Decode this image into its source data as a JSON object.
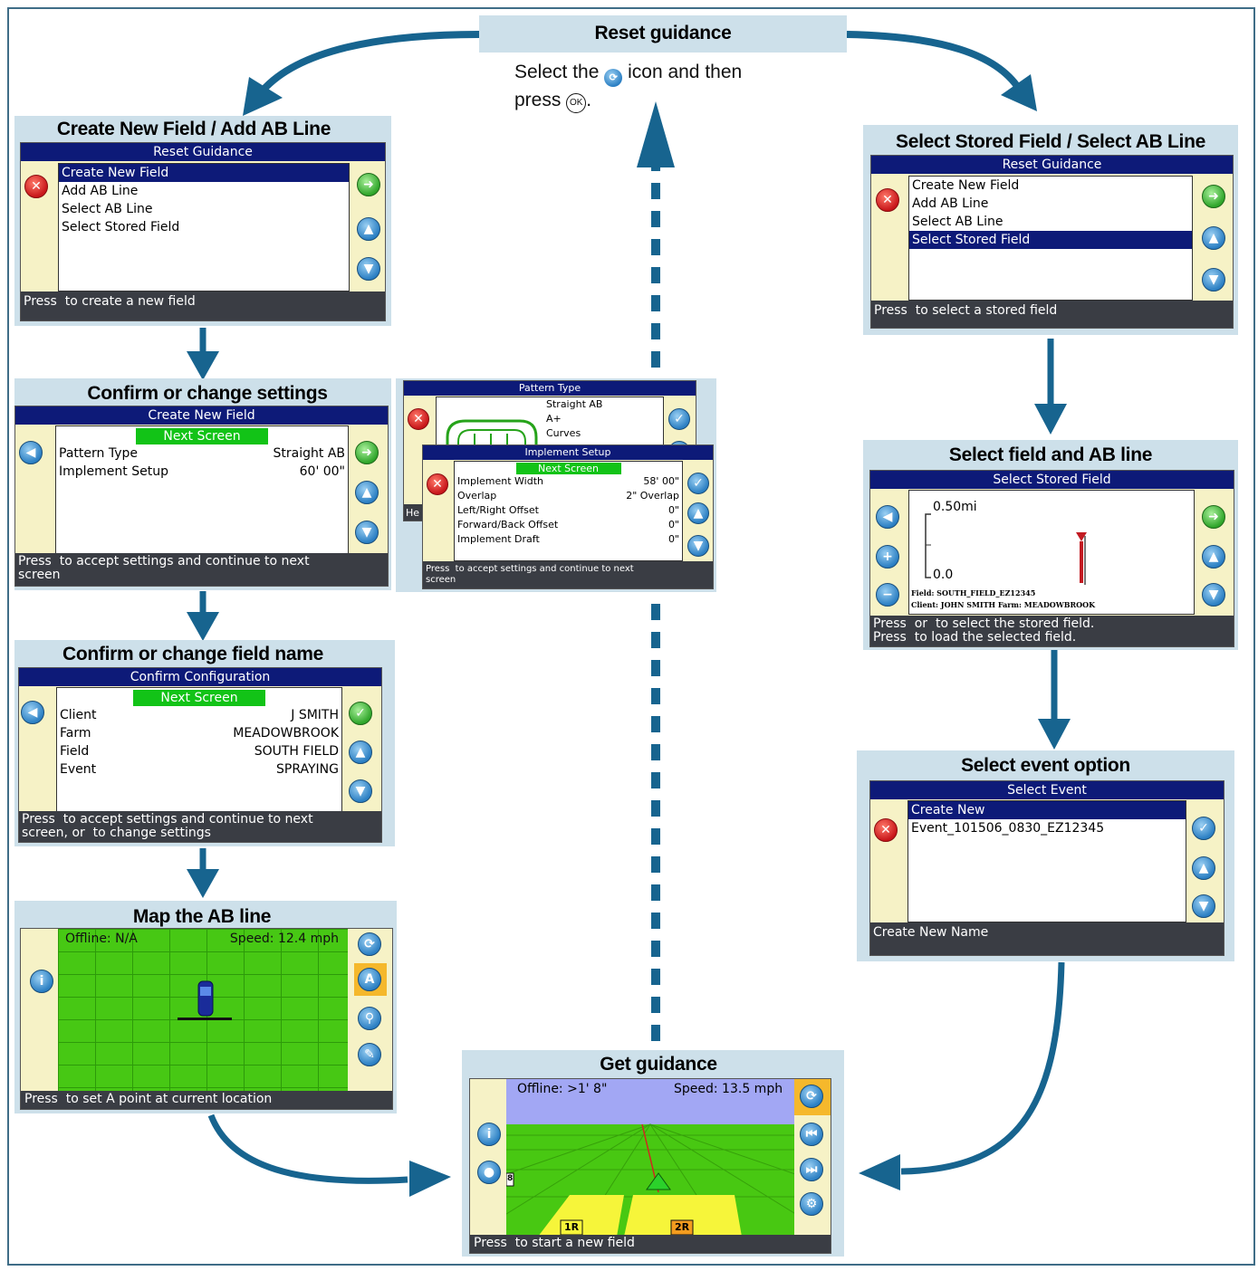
{
  "top": {
    "title": "Reset guidance",
    "caption_line1_pre": "Select the",
    "caption_line1_post": "icon and then",
    "caption_line2": "press",
    "caption_icon": "reset-icon",
    "ok_glyph": "OK"
  },
  "panel_create": {
    "title": "Create New Field / Add AB Line",
    "header": "Reset Guidance",
    "items": [
      "Create New Field",
      "Add AB Line",
      "Select AB Line",
      "Select Stored Field"
    ],
    "status": "Press  to create a new field"
  },
  "panel_stored": {
    "title": "Select Stored Field / Select AB Line",
    "header": "Reset Guidance",
    "items": [
      "Create New Field",
      "Add AB Line",
      "Select AB Line",
      "Select Stored Field"
    ],
    "status": "Press  to select a stored field"
  },
  "panel_settings": {
    "title": "Confirm or change settings",
    "header": "Create New Field",
    "next": "Next Screen",
    "rows": [
      {
        "label": "Pattern Type",
        "value": "Straight AB"
      },
      {
        "label": "Implement Setup",
        "value": "60' 00\""
      }
    ],
    "status1": "Press  to accept settings and continue to next",
    "status2": "screen"
  },
  "pattern_type": {
    "header": "Pattern Type",
    "items": [
      "Straight AB",
      "A+",
      "Curves"
    ],
    "status_partial": "He"
  },
  "implement_setup": {
    "header": "Implement Setup",
    "next": "Next Screen",
    "rows": [
      {
        "label": "Implement Width",
        "value": "58' 00\""
      },
      {
        "label": "Overlap",
        "value": "2\" Overlap"
      },
      {
        "label": "Left/Right Offset",
        "value": "0\""
      },
      {
        "label": "Forward/Back Offset",
        "value": "0\""
      },
      {
        "label": "Implement Draft",
        "value": "0\""
      }
    ],
    "status1": "Press  to accept settings and continue to next",
    "status2": "screen"
  },
  "panel_fieldname": {
    "title": "Confirm or change field name",
    "header": "Confirm Configuration",
    "next": "Next Screen",
    "rows": [
      {
        "label": "Client",
        "value": "J SMITH"
      },
      {
        "label": "Farm",
        "value": "MEADOWBROOK"
      },
      {
        "label": "Field",
        "value": "SOUTH FIELD"
      },
      {
        "label": "Event",
        "value": "SPRAYING"
      }
    ],
    "status1": "Press  to accept settings and continue to next",
    "status2": "screen, or  to change settings"
  },
  "panel_map": {
    "title": "Map the AB line",
    "offline": "Offline: N/A",
    "speed": "Speed: 12.4 mph",
    "status": "Press  to set A point at current location"
  },
  "panel_selectfield": {
    "title": "Select field and AB line",
    "header": "Select Stored Field",
    "scale_top": "0.50mi",
    "scale_bottom": "0.0",
    "field_line": "Field:  SOUTH_FIELD_EZ12345",
    "client_line": "Client:  JOHN SMITH    Farm:  MEADOWBROOK",
    "status1": "Press  or  to select the stored field.",
    "status2": "Press  to load the selected field."
  },
  "panel_event": {
    "title": "Select event option",
    "header": "Select Event",
    "items": [
      "Create New",
      "Event_101506_0830_EZ12345"
    ],
    "status": "Create New Name"
  },
  "panel_guidance": {
    "title": "Get guidance",
    "offline": "Offline: >1' 8\"",
    "speed": "Speed: 13.5 mph",
    "swath_left": "1R",
    "swath_right": "2R",
    "edge_label": "8",
    "status": "Press  to start a new field"
  },
  "colors": {
    "arrow": "#17648f",
    "panel": "#cde0ea",
    "header": "#0d1a78",
    "next": "#12c317",
    "screen": "#f6f2c6",
    "status": "#3a3d44"
  }
}
